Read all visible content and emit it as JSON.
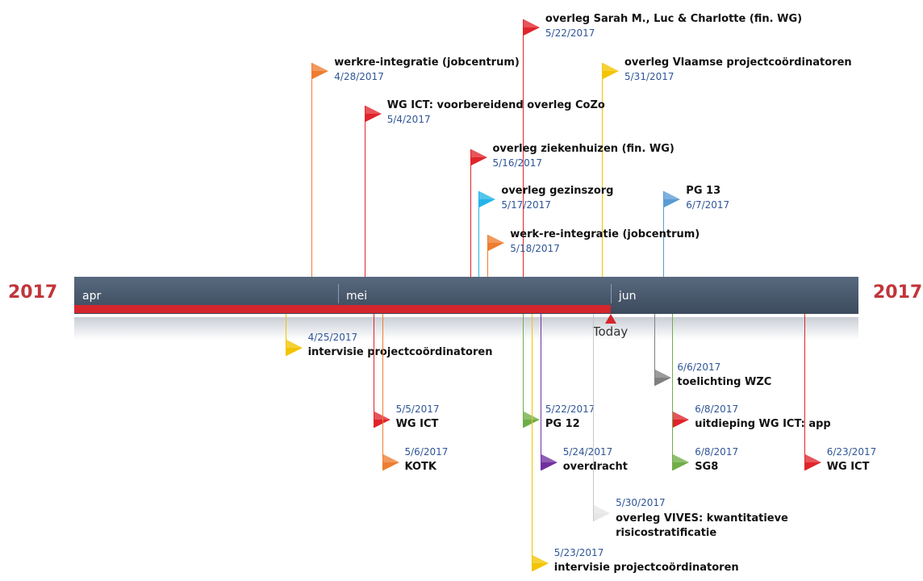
{
  "chart_data": {
    "type": "timeline",
    "year_label": "2017",
    "today_label": "Today",
    "today": "2017-06-01",
    "range": [
      "2017-04-01",
      "2017-06-30"
    ],
    "months": [
      {
        "label": "apr",
        "start": "2017-04-01"
      },
      {
        "label": "mei",
        "start": "2017-05-01"
      },
      {
        "label": "jun",
        "start": "2017-06-01"
      }
    ],
    "milestones_above": [
      {
        "title": "overleg Sarah M., Luc & Charlotte (fin. WG)",
        "date": "5/22/2017",
        "color": "#e0242b"
      },
      {
        "title": "werkre-integratie (jobcentrum)",
        "date": "4/28/2017",
        "color": "#ee7d31"
      },
      {
        "title": "overleg Vlaamse projectcoördinatoren",
        "date": "5/31/2017",
        "color": "#f3c400"
      },
      {
        "title": "WG ICT: voorbereidend overleg CoZo",
        "date": "5/4/2017",
        "color": "#e0242b"
      },
      {
        "title": "overleg ziekenhuizen (fin. WG)",
        "date": "5/16/2017",
        "color": "#e0242b"
      },
      {
        "title": "overleg gezinszorg",
        "date": "5/17/2017",
        "color": "#23b5e8"
      },
      {
        "title": "PG 13",
        "date": "6/7/2017",
        "color": "#5b9bd5"
      },
      {
        "title": "werk-re-integratie (jobcentrum)",
        "date": "5/18/2017",
        "color": "#ee7d31"
      }
    ],
    "milestones_below": [
      {
        "title": "intervisie projectcoördinatoren",
        "date": "4/25/2017",
        "color": "#f3c400"
      },
      {
        "title": "toelichting WZC",
        "date": "6/6/2017",
        "color": "#7f7f7f"
      },
      {
        "title": "WG ICT",
        "date": "5/5/2017",
        "color": "#e0242b"
      },
      {
        "title": "PG 12",
        "date": "5/22/2017",
        "color": "#70ad47"
      },
      {
        "title": "uitdieping WG ICT: app",
        "date": "6/8/2017",
        "color": "#e0242b"
      },
      {
        "title": "KOTK",
        "date": "5/6/2017",
        "color": "#ee7d31"
      },
      {
        "title": "overdracht",
        "date": "5/24/2017",
        "color": "#7030a0"
      },
      {
        "title": "SG8",
        "date": "6/8/2017",
        "color": "#70ad47"
      },
      {
        "title": "WG ICT",
        "date": "6/23/2017",
        "color": "#e0242b"
      },
      {
        "title": "overleg VIVES: kwantitatieve risicostratificatie",
        "date": "5/30/2017",
        "color": "#e6e6e6"
      },
      {
        "title": "intervisie projectcoördinatoren",
        "date": "5/23/2017",
        "color": "#f3c400"
      }
    ]
  }
}
